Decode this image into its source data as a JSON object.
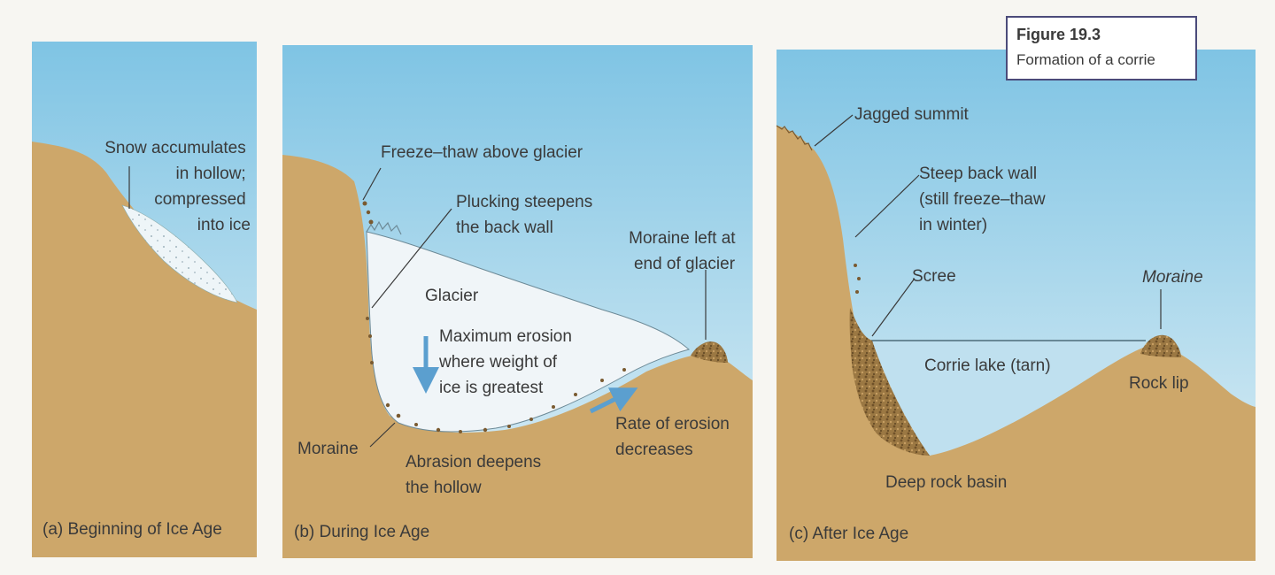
{
  "figure": {
    "number": "Figure 19.3",
    "title": "Formation of a corrie"
  },
  "colors": {
    "sky_top": "#7fc4e4",
    "sky_bottom": "#e3f1f6",
    "rock": "#cda76a",
    "ice": "#f0f5f8",
    "water": "#bfe0ef",
    "scree": "#8a6a3c",
    "arrow": "#5b9fcf",
    "line": "#3a3a3a"
  },
  "panels": {
    "a": {
      "caption": "(a) Beginning of Ice Age",
      "snow_label": [
        "Snow accumulates",
        "in hollow;",
        "compressed",
        "into ice"
      ]
    },
    "b": {
      "caption": "(b) During Ice Age",
      "freeze_thaw": "Freeze–thaw above glacier",
      "plucking": [
        "Plucking steepens",
        "the back wall"
      ],
      "moraine_end": [
        "Moraine left at",
        "end of glacier"
      ],
      "glacier": "Glacier",
      "max_erosion": [
        "Maximum erosion",
        "where weight of",
        "ice is greatest"
      ],
      "moraine": "Moraine",
      "abrasion": [
        "Abrasion deepens",
        "the hollow"
      ],
      "rate": [
        "Rate of erosion",
        "decreases"
      ]
    },
    "c": {
      "caption": "(c) After Ice Age",
      "jagged": "Jagged summit",
      "back_wall": [
        "Steep back wall",
        "(still freeze–thaw",
        "in winter)"
      ],
      "scree": "Scree",
      "moraine": "Moraine",
      "lake": "Corrie lake (tarn)",
      "rock_lip": "Rock lip",
      "basin": "Deep rock basin"
    }
  }
}
